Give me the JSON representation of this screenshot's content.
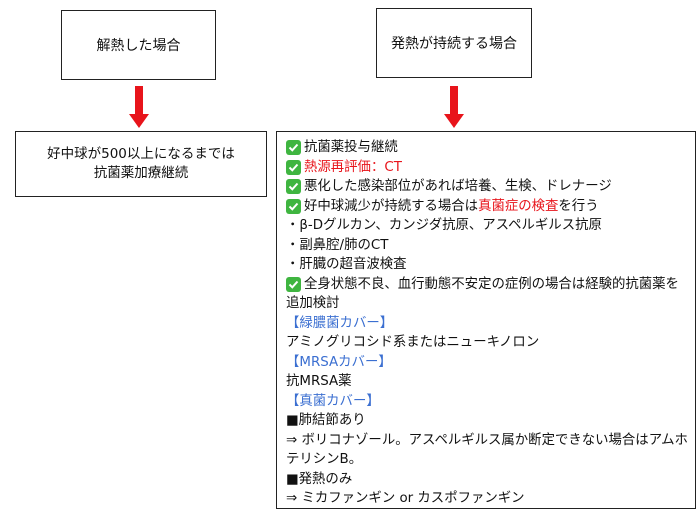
{
  "colors": {
    "arrow": "#e8141b",
    "check": "#3fb540",
    "highlight_red": "#e8141b",
    "highlight_blue": "#3b6fd1"
  },
  "boxes": {
    "left_top": {
      "text": "解熱した場合"
    },
    "right_top": {
      "text": "発熱が持続する場合"
    },
    "left_bottom": {
      "line1": "好中球が500以上になるまでは",
      "line2": "抗菌薬加療継続"
    },
    "right_bottom": {
      "l1": "抗菌薬投与継続",
      "l2": "熱源再評価：CT",
      "l3": "悪化した感染部位があれば培養、生検、ドレナージ",
      "l4_a": "好中球減少が持続する場合は",
      "l4_b": "真菌症の検査",
      "l4_c": "を行う",
      "l5": "・β-Dグルカン、カンジダ抗原、アスペルギルス抗原",
      "l6": "・副鼻腔/肺のCT",
      "l7": "・肝臓の超音波検査",
      "l8": "全身状態不良、血行動態不安定の症例の場合は経験的抗菌薬を追加検討",
      "l9": "【緑膿菌カバー】",
      "l10": "アミノグリコシド系またはニューキノロン",
      "l11": "【MRSAカバー】",
      "l12": "抗MRSA薬",
      "l13": "【真菌カバー】",
      "l14": "■肺結節あり",
      "l15": "⇒ ボリコナゾール。アスペルギルス属か断定できない場合はアムホテリシンB。",
      "l16": "■発熱のみ",
      "l17": "⇒ ミカファンギン or カスポファンギン"
    }
  },
  "icons": {
    "check": "check-mark-icon",
    "arrow": "down-arrow-icon"
  }
}
